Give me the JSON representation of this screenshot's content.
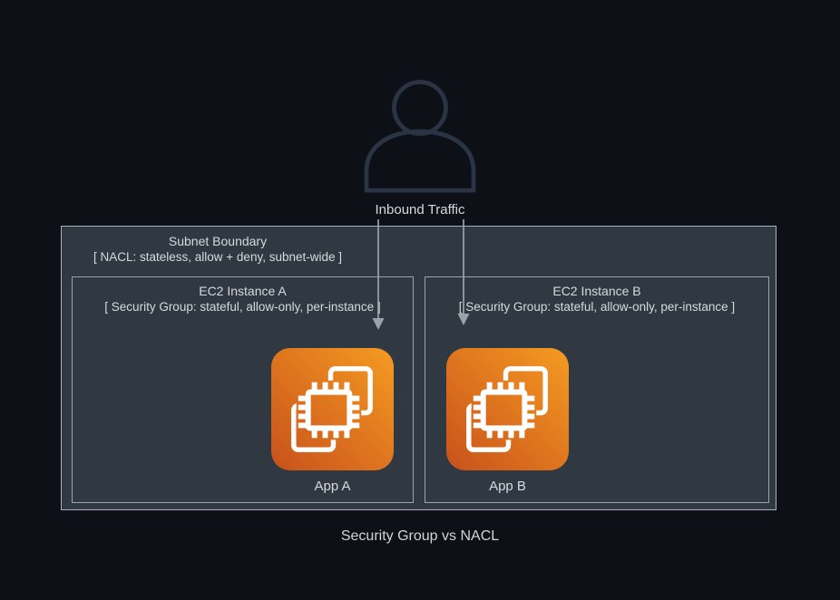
{
  "diagram": {
    "caption": "Security Group vs NACL",
    "inbound_label": "Inbound Traffic",
    "subnet": {
      "title": "Subnet Boundary",
      "subtitle": "[ NACL: stateless, allow + deny, subnet-wide ]",
      "instances": [
        {
          "title": "EC2 Instance A",
          "subtitle": "[ Security Group: stateful, allow-only, per-instance ]",
          "app_label": "App A"
        },
        {
          "title": "EC2 Instance B",
          "subtitle": "[ Security Group: stateful, allow-only, per-instance ]",
          "app_label": "App B"
        }
      ]
    },
    "icons": {
      "actor": "user-icon",
      "instance": "ec2-icon",
      "flow": "arrow-down-icon"
    },
    "colors": {
      "background": "#0d1117",
      "panel_fill": "#303941",
      "outer_border": "#a9b2ba",
      "inner_border": "#9aa4ad",
      "text": "#d5dade",
      "arrow": "#9aa3ab",
      "user_icon_stroke": "#2a3444",
      "ec2_gradient_start": "#c8511b",
      "ec2_gradient_end": "#f59b22",
      "ec2_glyph": "#ffffff"
    }
  }
}
